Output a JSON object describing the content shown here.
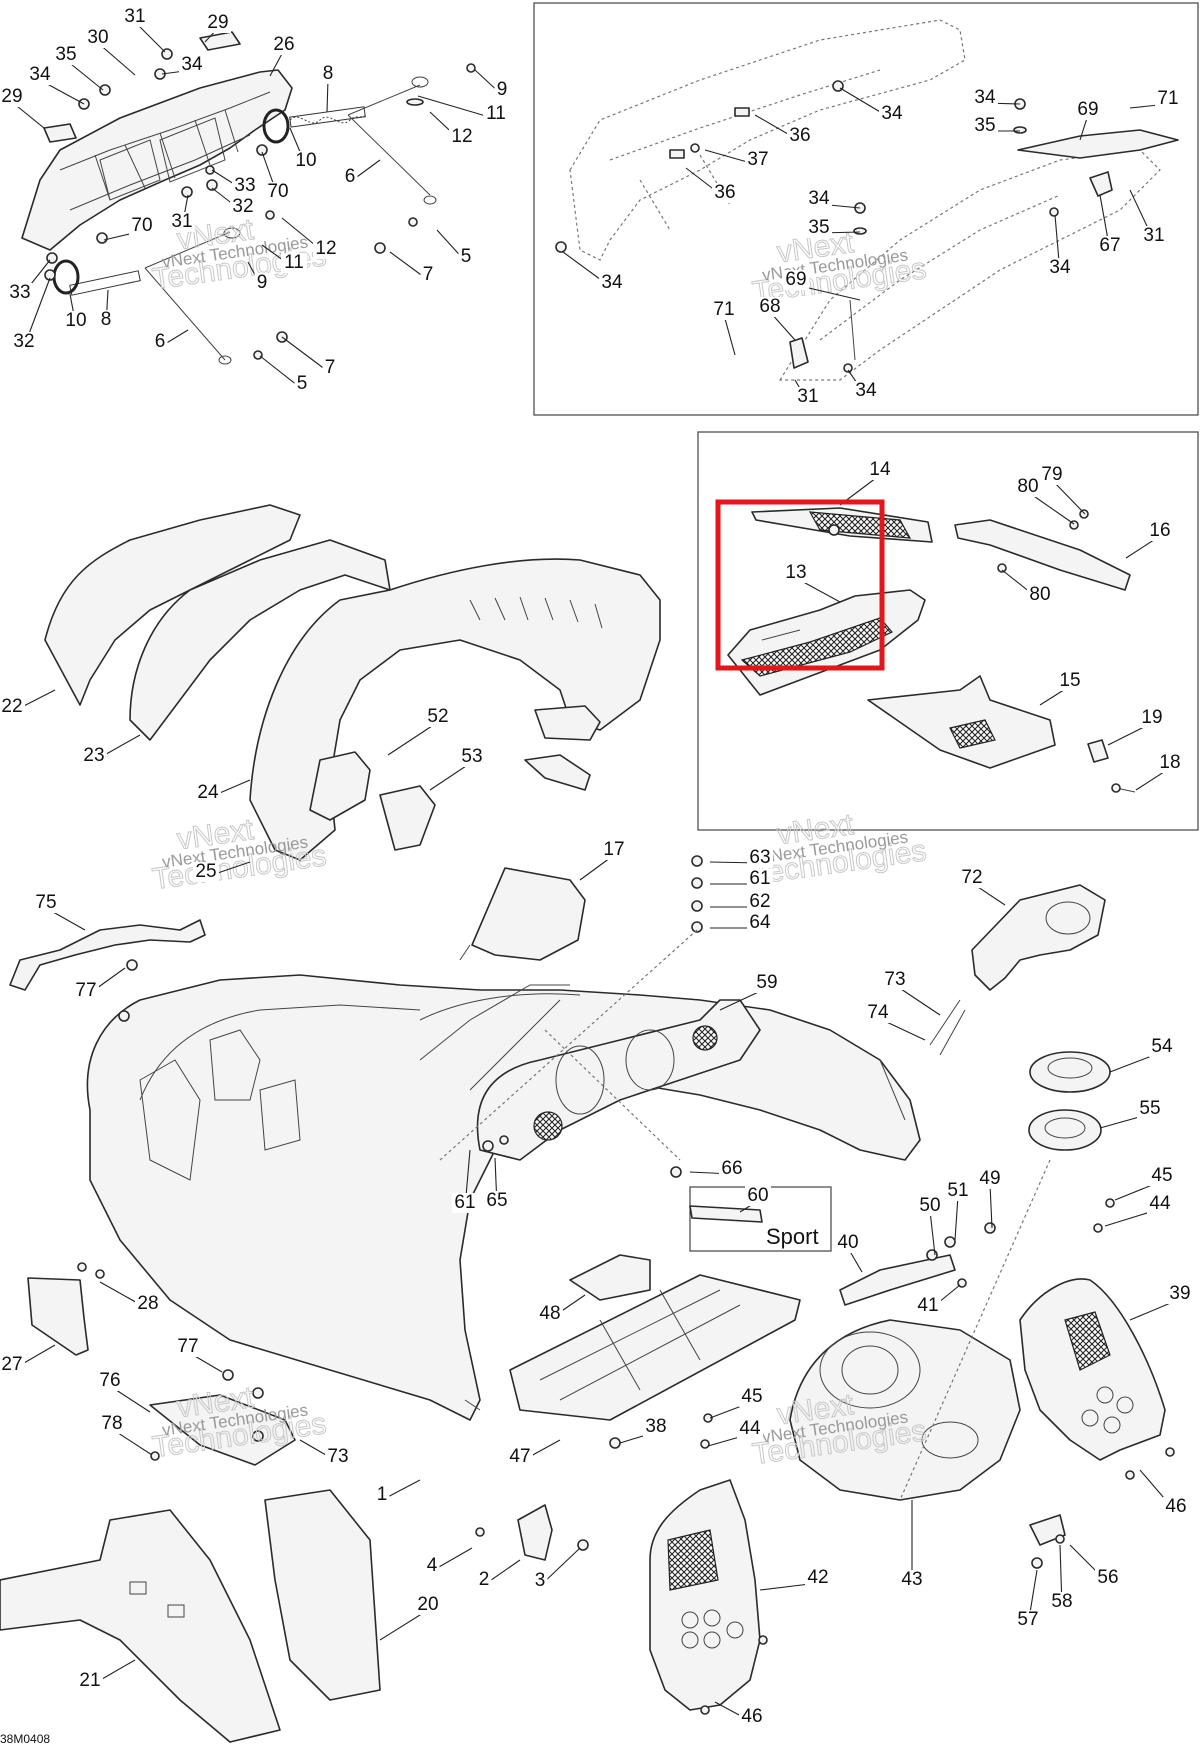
{
  "diagram": {
    "code": "38M0408",
    "sport_label": "Sport",
    "watermark": {
      "line1": "vNext",
      "line2": "Technologies",
      "combined": "vNext Technologies"
    },
    "highlight_color": "#e3161c",
    "highlighted_part": "13",
    "callouts": [
      {
        "id": "29a",
        "label": "29"
      },
      {
        "id": "31a",
        "label": "31"
      },
      {
        "id": "30",
        "label": "30"
      },
      {
        "id": "35a",
        "label": "35"
      },
      {
        "id": "34a",
        "label": "34"
      },
      {
        "id": "34b",
        "label": "34"
      },
      {
        "id": "26",
        "label": "26"
      },
      {
        "id": "8a",
        "label": "8"
      },
      {
        "id": "9a",
        "label": "9"
      },
      {
        "id": "11a",
        "label": "11"
      },
      {
        "id": "12a",
        "label": "12"
      },
      {
        "id": "29b",
        "label": "29"
      },
      {
        "id": "10a",
        "label": "10"
      },
      {
        "id": "33a",
        "label": "33"
      },
      {
        "id": "70a",
        "label": "70"
      },
      {
        "id": "32a",
        "label": "32"
      },
      {
        "id": "6a",
        "label": "6"
      },
      {
        "id": "31b",
        "label": "31"
      },
      {
        "id": "70b",
        "label": "70"
      },
      {
        "id": "5a",
        "label": "5"
      },
      {
        "id": "7a",
        "label": "7"
      },
      {
        "id": "12b",
        "label": "12"
      },
      {
        "id": "11b",
        "label": "11"
      },
      {
        "id": "9b",
        "label": "9"
      },
      {
        "id": "33b",
        "label": "33"
      },
      {
        "id": "10b",
        "label": "10"
      },
      {
        "id": "8b",
        "label": "8"
      },
      {
        "id": "32b",
        "label": "32"
      },
      {
        "id": "6b",
        "label": "6"
      },
      {
        "id": "7b",
        "label": "7"
      },
      {
        "id": "5b",
        "label": "5"
      },
      {
        "id": "34c",
        "label": "34"
      },
      {
        "id": "36a",
        "label": "36"
      },
      {
        "id": "37",
        "label": "37"
      },
      {
        "id": "36b",
        "label": "36"
      },
      {
        "id": "34d",
        "label": "34"
      },
      {
        "id": "34e",
        "label": "34"
      },
      {
        "id": "35b",
        "label": "35"
      },
      {
        "id": "69a",
        "label": "69"
      },
      {
        "id": "71a",
        "label": "71"
      },
      {
        "id": "34f",
        "label": "34"
      },
      {
        "id": "35c",
        "label": "35"
      },
      {
        "id": "69b",
        "label": "69"
      },
      {
        "id": "31c",
        "label": "31"
      },
      {
        "id": "67",
        "label": "67"
      },
      {
        "id": "34g",
        "label": "34"
      },
      {
        "id": "71b",
        "label": "71"
      },
      {
        "id": "68",
        "label": "68"
      },
      {
        "id": "31d",
        "label": "31"
      },
      {
        "id": "34h",
        "label": "34"
      },
      {
        "id": "14",
        "label": "14"
      },
      {
        "id": "79",
        "label": "79"
      },
      {
        "id": "80a",
        "label": "80"
      },
      {
        "id": "16",
        "label": "16"
      },
      {
        "id": "13",
        "label": "13"
      },
      {
        "id": "80b",
        "label": "80"
      },
      {
        "id": "15",
        "label": "15"
      },
      {
        "id": "19",
        "label": "19"
      },
      {
        "id": "18",
        "label": "18"
      },
      {
        "id": "22",
        "label": "22"
      },
      {
        "id": "23",
        "label": "23"
      },
      {
        "id": "52",
        "label": "52"
      },
      {
        "id": "53",
        "label": "53"
      },
      {
        "id": "24",
        "label": "24"
      },
      {
        "id": "25",
        "label": "25"
      },
      {
        "id": "17",
        "label": "17"
      },
      {
        "id": "63",
        "label": "63"
      },
      {
        "id": "61a",
        "label": "61"
      },
      {
        "id": "62",
        "label": "62"
      },
      {
        "id": "64",
        "label": "64"
      },
      {
        "id": "72",
        "label": "72"
      },
      {
        "id": "75",
        "label": "75"
      },
      {
        "id": "77a",
        "label": "77"
      },
      {
        "id": "59",
        "label": "59"
      },
      {
        "id": "73a",
        "label": "73"
      },
      {
        "id": "74",
        "label": "74"
      },
      {
        "id": "54",
        "label": "54"
      },
      {
        "id": "55",
        "label": "55"
      },
      {
        "id": "61b",
        "label": "61"
      },
      {
        "id": "65",
        "label": "65"
      },
      {
        "id": "66",
        "label": "66"
      },
      {
        "id": "60",
        "label": "60"
      },
      {
        "id": "49",
        "label": "49"
      },
      {
        "id": "51",
        "label": "51"
      },
      {
        "id": "50",
        "label": "50"
      },
      {
        "id": "45a",
        "label": "45"
      },
      {
        "id": "44a",
        "label": "44"
      },
      {
        "id": "40",
        "label": "40"
      },
      {
        "id": "41",
        "label": "41"
      },
      {
        "id": "39",
        "label": "39"
      },
      {
        "id": "28",
        "label": "28"
      },
      {
        "id": "27",
        "label": "27"
      },
      {
        "id": "48",
        "label": "48"
      },
      {
        "id": "77b",
        "label": "77"
      },
      {
        "id": "76",
        "label": "76"
      },
      {
        "id": "78",
        "label": "78"
      },
      {
        "id": "73b",
        "label": "73"
      },
      {
        "id": "1",
        "label": "1"
      },
      {
        "id": "47",
        "label": "47"
      },
      {
        "id": "38",
        "label": "38"
      },
      {
        "id": "45b",
        "label": "45"
      },
      {
        "id": "44b",
        "label": "44"
      },
      {
        "id": "43",
        "label": "43"
      },
      {
        "id": "46a",
        "label": "46"
      },
      {
        "id": "56",
        "label": "56"
      },
      {
        "id": "4",
        "label": "4"
      },
      {
        "id": "2",
        "label": "2"
      },
      {
        "id": "3",
        "label": "3"
      },
      {
        "id": "42",
        "label": "42"
      },
      {
        "id": "57",
        "label": "57"
      },
      {
        "id": "58",
        "label": "58"
      },
      {
        "id": "20",
        "label": "20"
      },
      {
        "id": "21",
        "label": "21"
      },
      {
        "id": "46b",
        "label": "46"
      }
    ]
  }
}
